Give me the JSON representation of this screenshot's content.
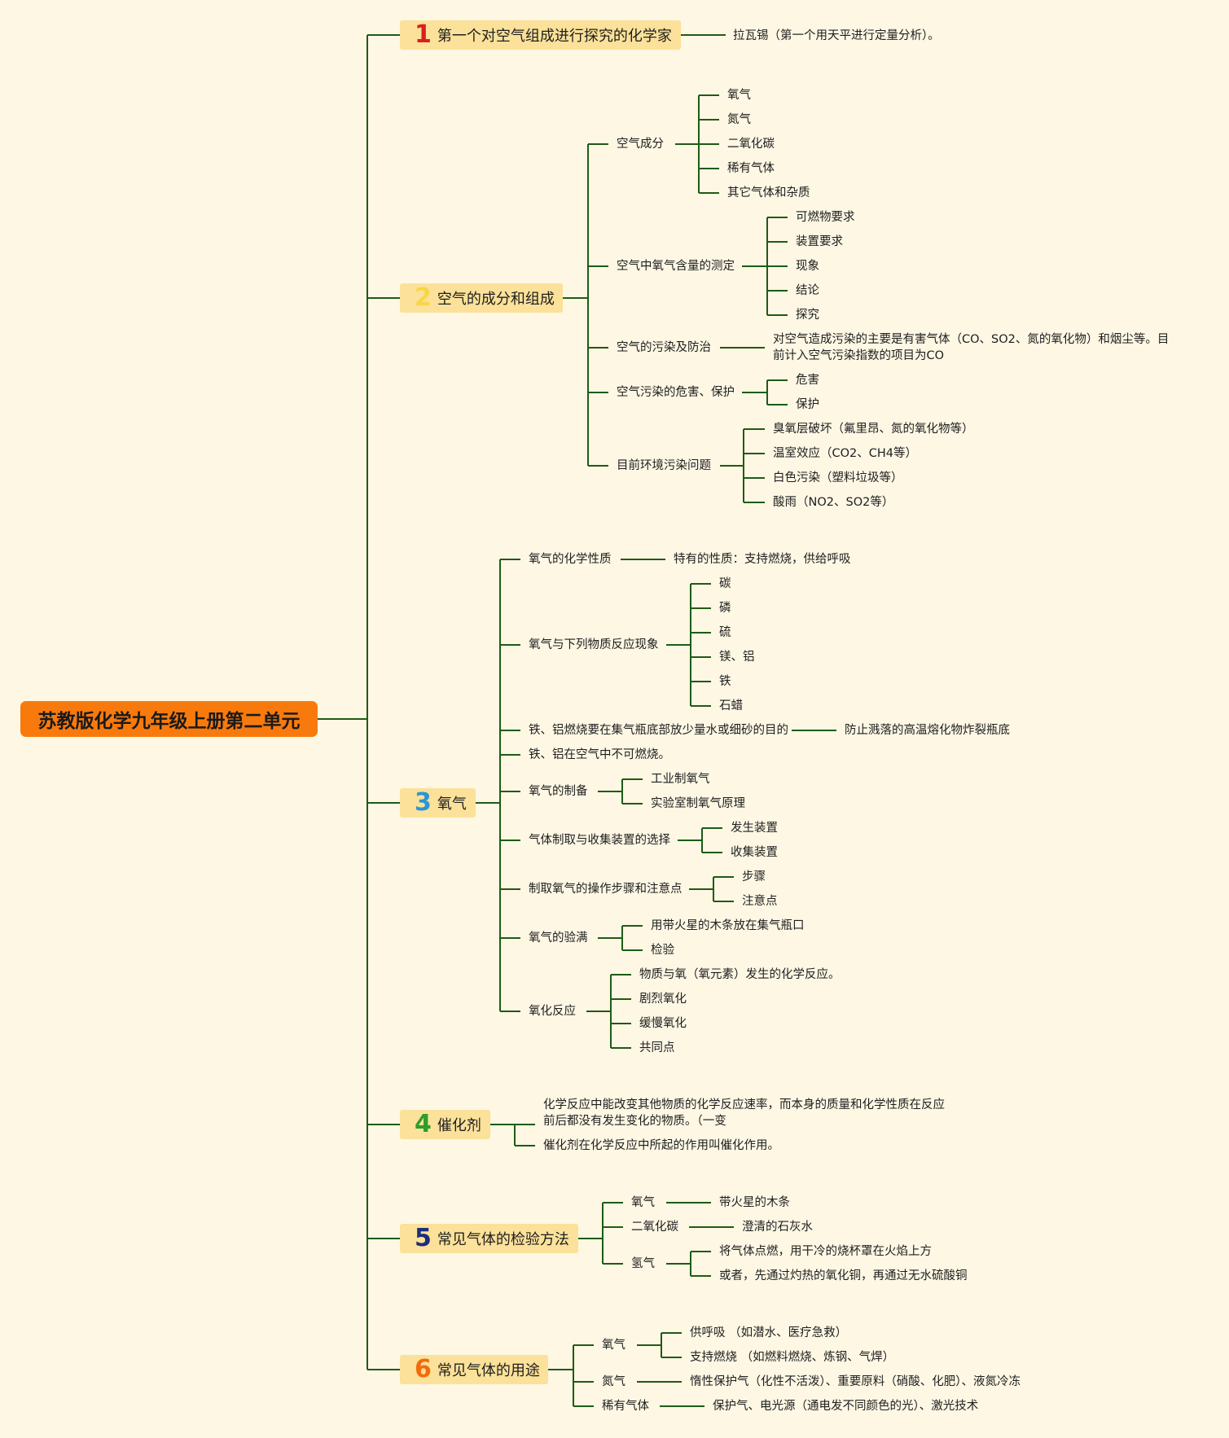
{
  "root": {
    "label": "苏教版化学九年级上册第二单元",
    "color": "#f97a0c"
  },
  "colors": {
    "background": "#fdf7e4",
    "line": "#1f5b16",
    "section_fill": "#fbe199"
  },
  "sections": [
    {
      "num": "1",
      "num_color": "#d82020",
      "label": "第一个对空气组成进行探究的化学家"
    },
    {
      "num": "2",
      "num_color": "#f7d648",
      "label": "空气的成分和组成"
    },
    {
      "num": "3",
      "num_color": "#2a96d6",
      "label": "氧气"
    },
    {
      "num": "4",
      "num_color": "#2d9d2d",
      "label": "催化剂"
    },
    {
      "num": "5",
      "num_color": "#1c2d7c",
      "label": "常见气体的检验方法"
    },
    {
      "num": "6",
      "num_color": "#f36a0c",
      "label": "常见气体的用途"
    }
  ],
  "nodes": {
    "s1": {
      "c1": "拉瓦锡（第一个用天平进行定量分析）。"
    },
    "s2": {
      "a": "空气成分",
      "a_items": [
        "氧气",
        "氮气",
        "二氧化碳",
        "稀有气体",
        "其它气体和杂质"
      ],
      "b": "空气中氧气含量的测定",
      "b_items": [
        "可燃物要求",
        "装置要求",
        "现象",
        "结论",
        "探究"
      ],
      "c": "空气的污染及防治",
      "c_text": "对空气造成污染的主要是有害气体（CO、SO2、氮的氧化物）和烟尘等。目前计入空气污染指数的项目为CO",
      "d": "空气污染的危害、保护",
      "d_items": [
        "危害",
        "保护"
      ],
      "e": "目前环境污染问题",
      "e_items": [
        "臭氧层破坏（氟里昂、氮的氧化物等）",
        "温室效应（CO2、CH4等）",
        "白色污染（塑料垃圾等）",
        "酸雨（NO2、SO2等）"
      ]
    },
    "s3": {
      "a": "氧气的化学性质",
      "a_text": "特有的性质：支持燃烧，供给呼吸",
      "b": "氧气与下列物质反应现象",
      "b_items": [
        "碳",
        "磷",
        "硫",
        "镁、铝",
        "铁",
        "石蜡"
      ],
      "c": "铁、铝燃烧要在集气瓶底部放少量水或细砂的目的",
      "c_text": "防止溅落的高温熔化物炸裂瓶底",
      "d": "铁、铝在空气中不可燃烧。",
      "e": "氧气的制备",
      "e_items": [
        "工业制氧气",
        "实验室制氧气原理"
      ],
      "f": "气体制取与收集装置的选择",
      "f_items": [
        "发生装置",
        "收集装置"
      ],
      "g": "制取氧气的操作步骤和注意点",
      "g_items": [
        "步骤",
        "注意点"
      ],
      "h": "氧气的验满",
      "h_items": [
        "用带火星的木条放在集气瓶口",
        "检验"
      ],
      "i": "氧化反应",
      "i_items": [
        "物质与氧（氧元素）发生的化学反应。",
        "剧烈氧化",
        "缓慢氧化",
        "共同点"
      ]
    },
    "s4": {
      "a": "化学反应中能改变其他物质的化学反应速率，而本身的质量和化学性质在反应前后都没有发生变化的物质。（一变",
      "b": "催化剂在化学反应中所起的作用叫催化作用。"
    },
    "s5": {
      "a": "氧气",
      "a_text": "带火星的木条",
      "b": "二氧化碳",
      "b_text": "澄清的石灰水",
      "c": "氢气",
      "c_items": [
        "将气体点燃，用干冷的烧杯罩在火焰上方",
        "或者，先通过灼热的氧化铜，再通过无水硫酸铜"
      ]
    },
    "s6": {
      "a": "氧气",
      "a_items": [
        "供呼吸 （如潜水、医疗急救）",
        "支持燃烧 （如燃料燃烧、炼钢、气焊）"
      ],
      "b": "氮气",
      "b_text": "惰性保护气（化性不活泼）、重要原料（硝酸、化肥）、液氮冷冻",
      "c": "稀有气体",
      "c_text": "保护气、电光源（通电发不同颜色的光）、激光技术"
    }
  }
}
